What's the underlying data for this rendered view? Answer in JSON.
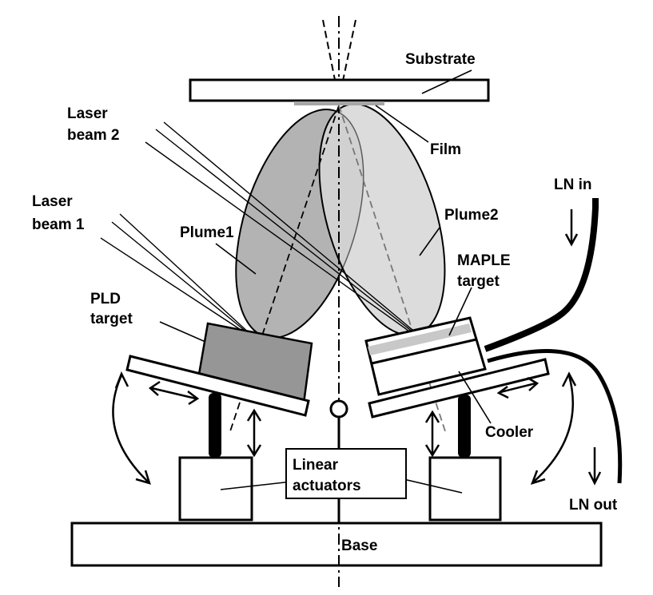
{
  "labels": {
    "substrate": "Substrate",
    "film": "Film",
    "laser_beam_2_line1": "Laser",
    "laser_beam_2_line2": "beam 2",
    "laser_beam_1_line1": "Laser",
    "laser_beam_1_line2": "beam 1",
    "plume1": "Plume1",
    "plume2": "Plume2",
    "pld_target_line1": "PLD",
    "pld_target_line2": "target",
    "maple_target_line1": "MAPLE",
    "maple_target_line2": "target",
    "ln_in": "LN in",
    "ln_out": "LN out",
    "cooler": "Cooler",
    "linear_actuators_line1": "Linear",
    "linear_actuators_line2": "actuators",
    "base": "Base"
  },
  "colors": {
    "plume1_fill": "#b3b3b3",
    "plume2_fill": "#d6d6d6",
    "pld_target_fill": "#969696",
    "maple_layer_fill": "#c8c8c8",
    "film_fill": "#a6a6a6",
    "stroke": "#000000"
  }
}
